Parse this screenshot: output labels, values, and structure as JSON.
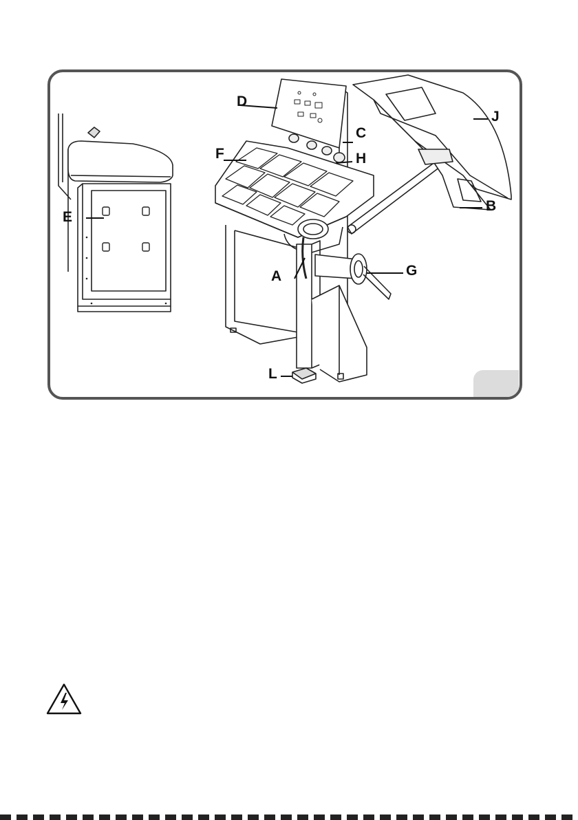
{
  "figure": {
    "callouts": {
      "A": "A",
      "B": "B",
      "C": "C",
      "D": "D",
      "E": "E",
      "F": "F",
      "G": "G",
      "H": "H",
      "J": "J",
      "L": "L"
    },
    "figure_number": ""
  },
  "icons": {
    "warning": "electrical-hazard-warning-icon"
  }
}
